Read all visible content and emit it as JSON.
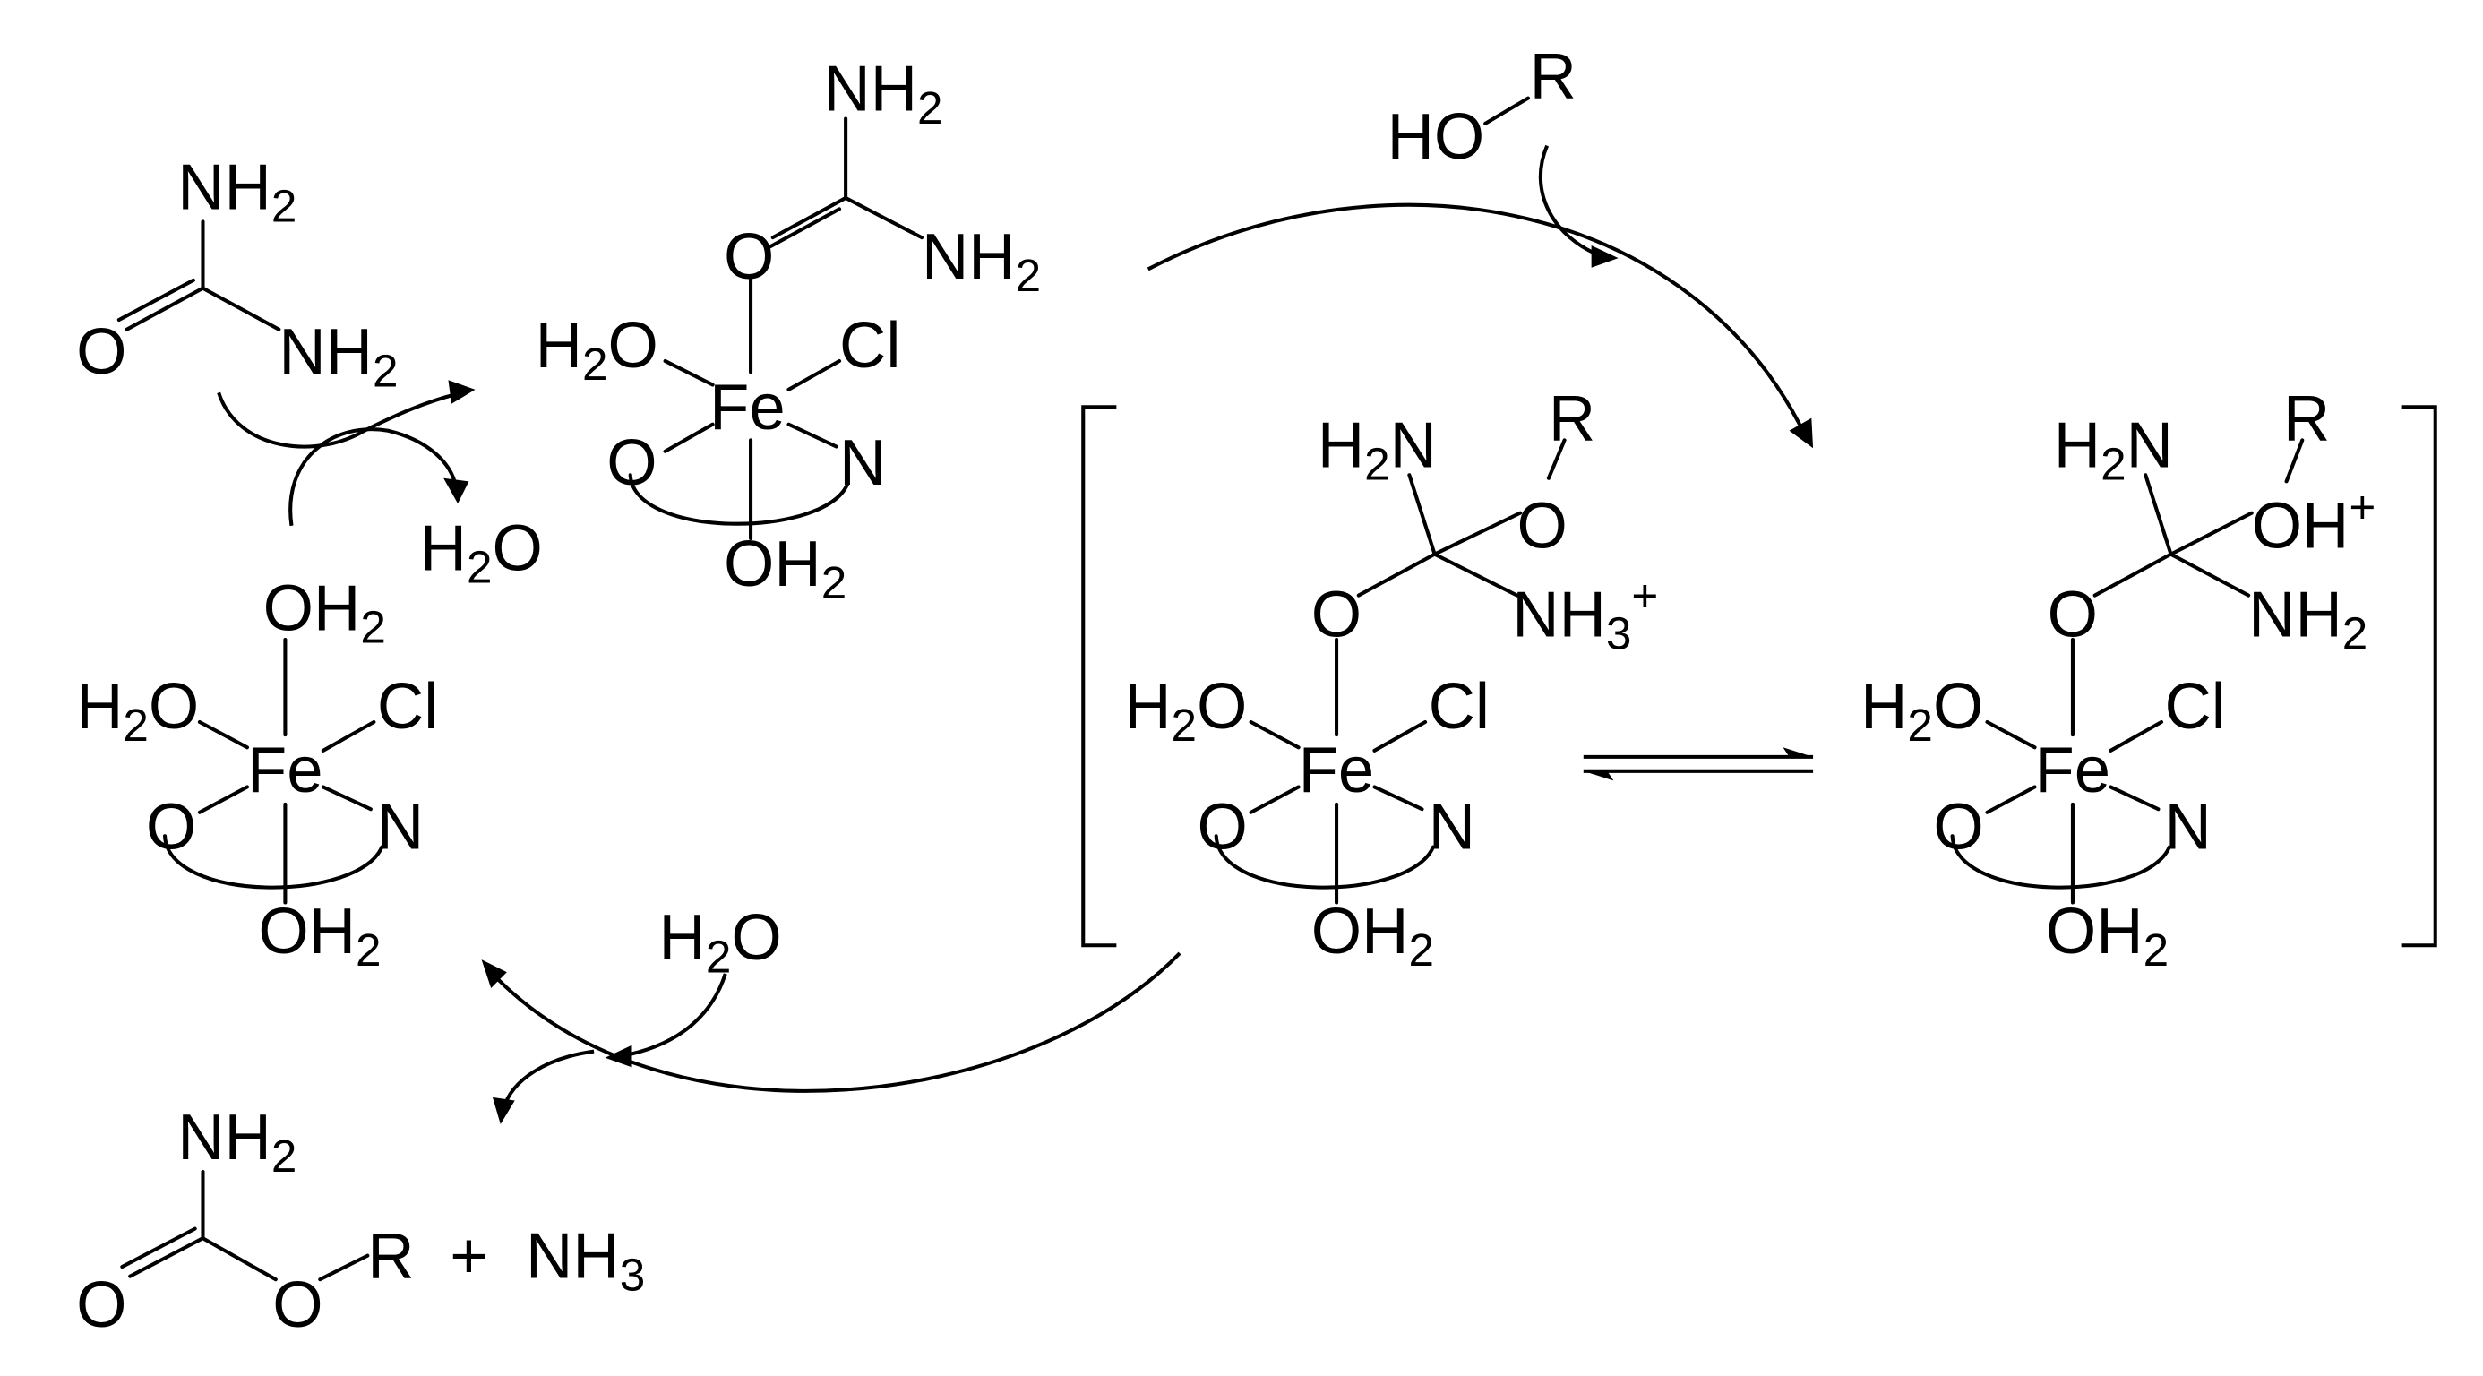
{
  "atoms": {
    "nh2": "NH",
    "h2n": "H",
    "nh3": "NH",
    "oh2": "OH",
    "h2o": "H",
    "o": "O",
    "n": "N",
    "cl": "Cl",
    "fe": "Fe",
    "r": "R",
    "ho": "HO",
    "oh": "OH",
    "h2n_n": "N",
    "h2o_o": "O"
  },
  "subscripts": {
    "two": "2",
    "three": "3"
  },
  "charge": {
    "plus": "+"
  },
  "operators": {
    "plus_sign": "+"
  }
}
